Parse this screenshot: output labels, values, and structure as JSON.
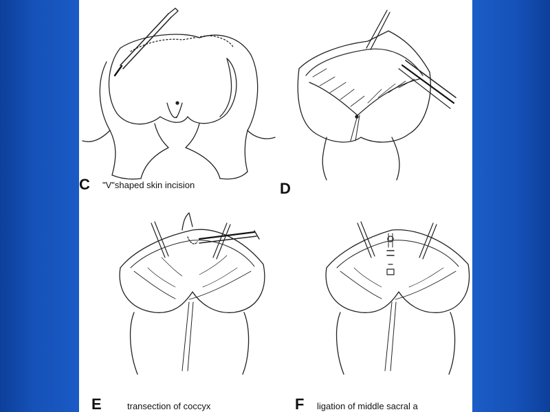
{
  "panels": [
    {
      "letter": "C",
      "caption": "\"V\"shaped  skin  incision"
    },
    {
      "letter": "D",
      "caption": ""
    },
    {
      "letter": "E",
      "caption": "transection  of  coccyx"
    },
    {
      "letter": "F",
      "caption": "ligation  of  middle  sacral  a"
    }
  ]
}
